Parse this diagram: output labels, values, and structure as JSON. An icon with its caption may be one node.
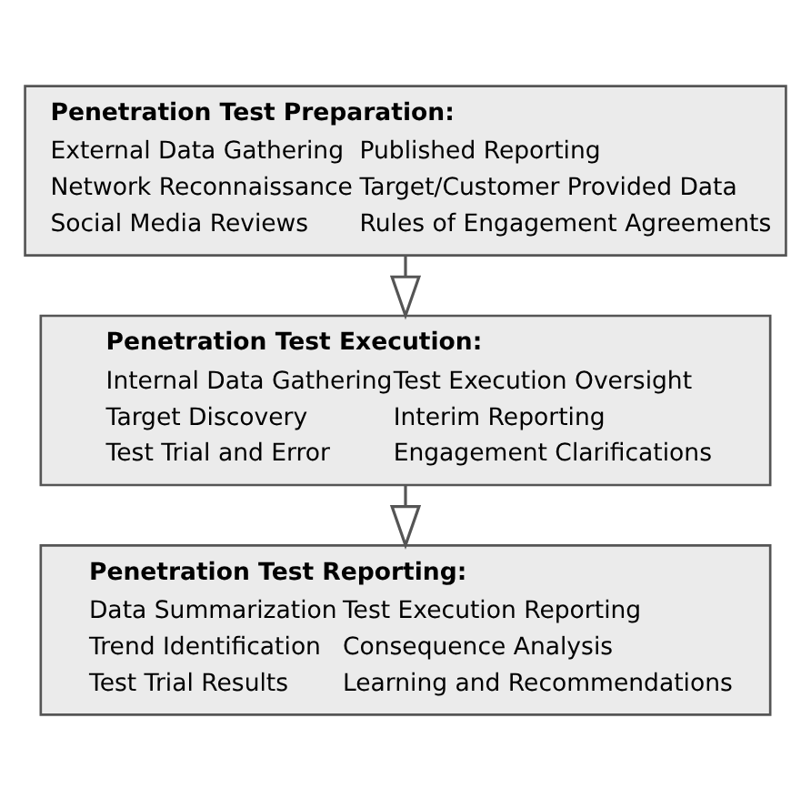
{
  "diagram": {
    "nodes": [
      {
        "text": [
          "Penetration Test Preparation:",
          "External Data Gathering",
          "Published Reporting",
          "Network Reconnaissance",
          "Target/Customer Provided Data",
          "Social Media Reviews",
          "Rules of Engagement Agreements"
        ]
      },
      {
        "text": [
          "Penetration Test Execution:",
          "Internal Data Gathering",
          "Test Execution Oversight",
          "Target Discovery",
          "Interim Reporting",
          "Test Trial and Error",
          "Engagement Clarifications"
        ]
      },
      {
        "text": [
          "Penetration Test Reporting:",
          "Data Summarization",
          "Test Execution Reporting",
          "Trend Identification",
          "Consequence Analysis",
          "Test Trial Results",
          "Learning and Recommendations"
        ]
      }
    ],
    "edges": [
      {
        "from": 0,
        "to": 1,
        "arrow": "to"
      },
      {
        "from": 1,
        "to": 2,
        "arrow": "to"
      }
    ]
  }
}
